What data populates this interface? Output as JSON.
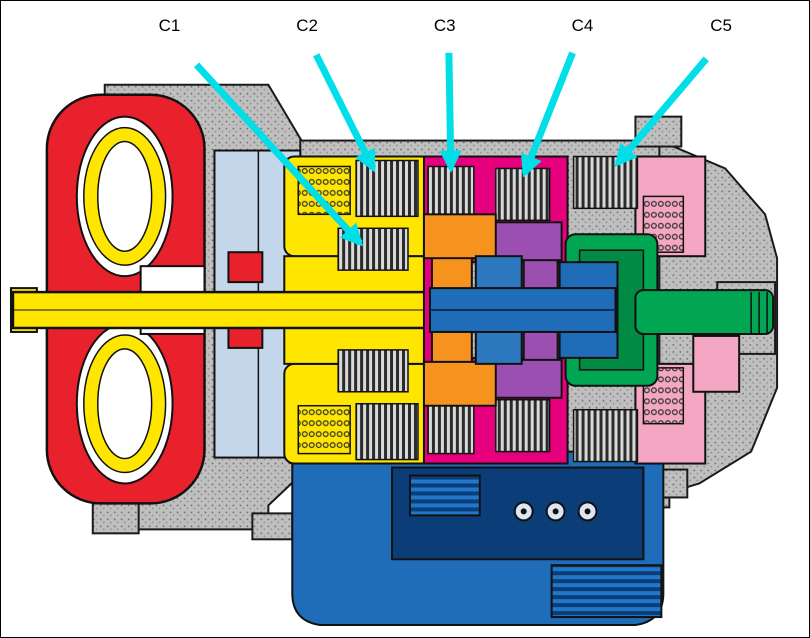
{
  "figure": {
    "alt": "Color-coded cutaway cross-section of an automatic transmission with cyan arrows pointing to five clutch packs",
    "labels": [
      {
        "id": "C1"
      },
      {
        "id": "C2"
      },
      {
        "id": "C3"
      },
      {
        "id": "C4"
      },
      {
        "id": "C5"
      }
    ],
    "colors": {
      "arrow": "#00dfe8",
      "housing_gray": "#bfbfbf",
      "torque_converter_red": "#e8212c",
      "clutch_yellow": "#ffe600",
      "orange": "#f6921e",
      "magenta": "#e6007e",
      "violet": "#9b4fb0",
      "blue": "#1f6cb8",
      "dark_blue": "#0b3e78",
      "green": "#00a651",
      "pink": "#f4a7c3",
      "pale_blue": "#c4d7ea"
    }
  }
}
